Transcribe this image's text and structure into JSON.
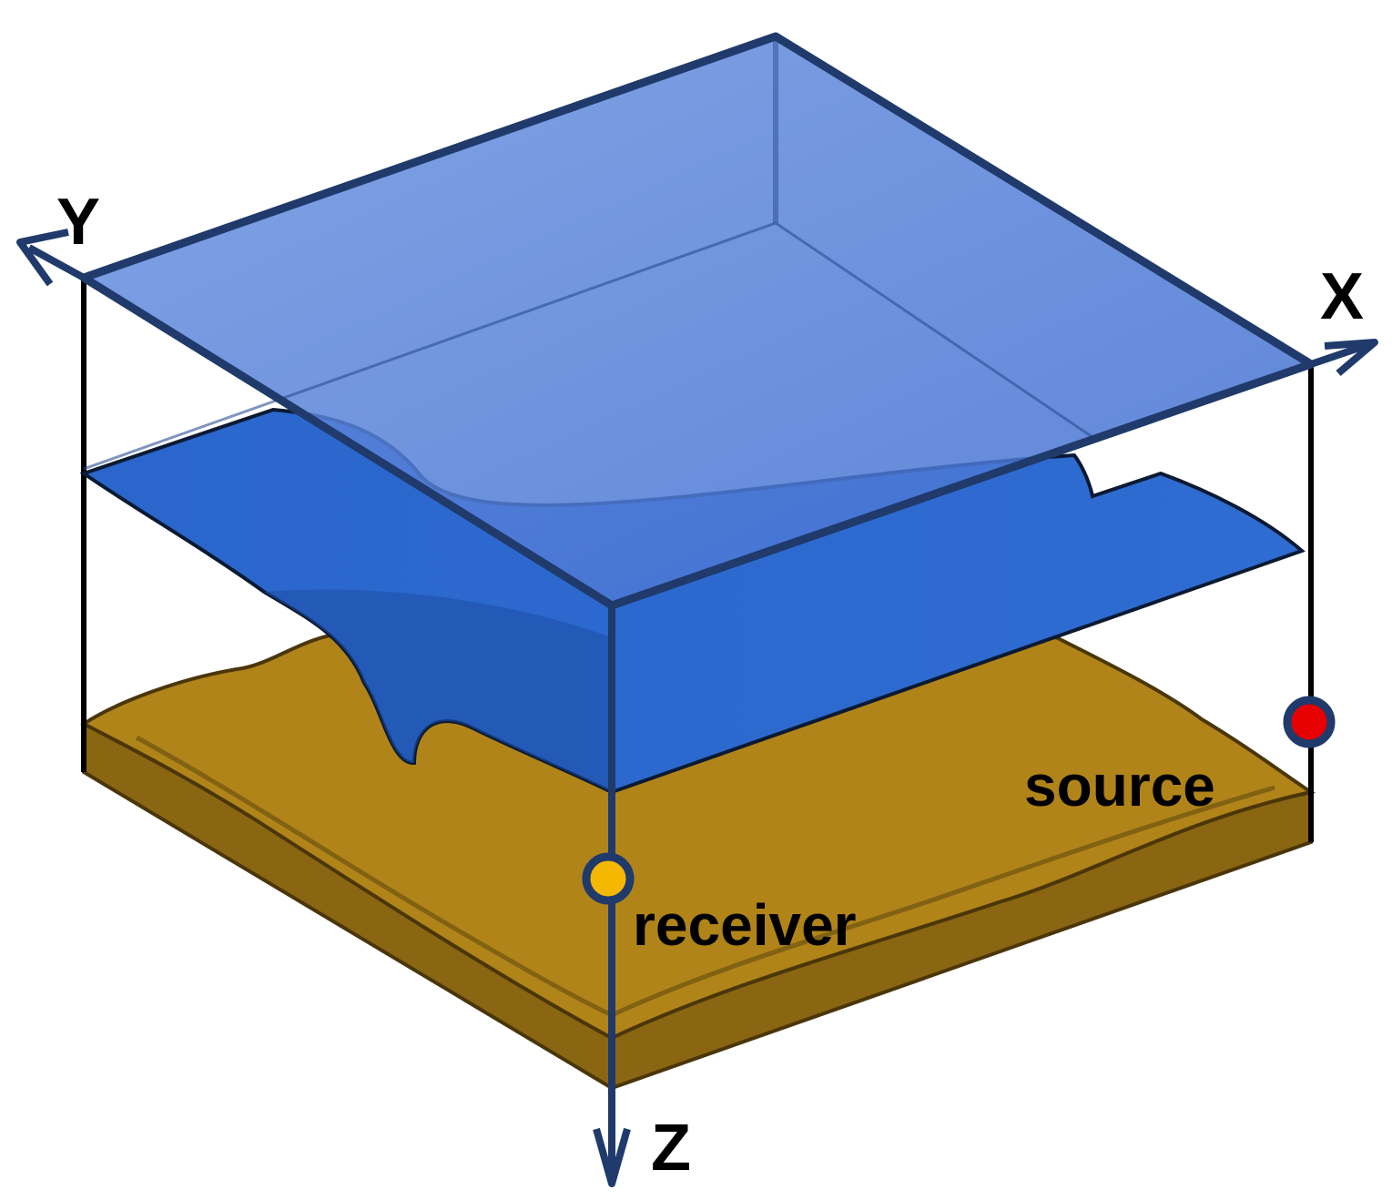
{
  "axes": {
    "x": "X",
    "y": "Y",
    "z": "Z"
  },
  "points": {
    "receiver": "receiver",
    "source": "source"
  },
  "colors": {
    "frame": "#1f3a6b",
    "post": "#000000",
    "top_surface": "#4a78d6",
    "middle_layer": "#2a66cc",
    "bottom_layer": "#b08419",
    "bottom_layer_edge": "#6e5210",
    "receiver_dot": "#f5b800",
    "source_dot": "#e60000"
  }
}
